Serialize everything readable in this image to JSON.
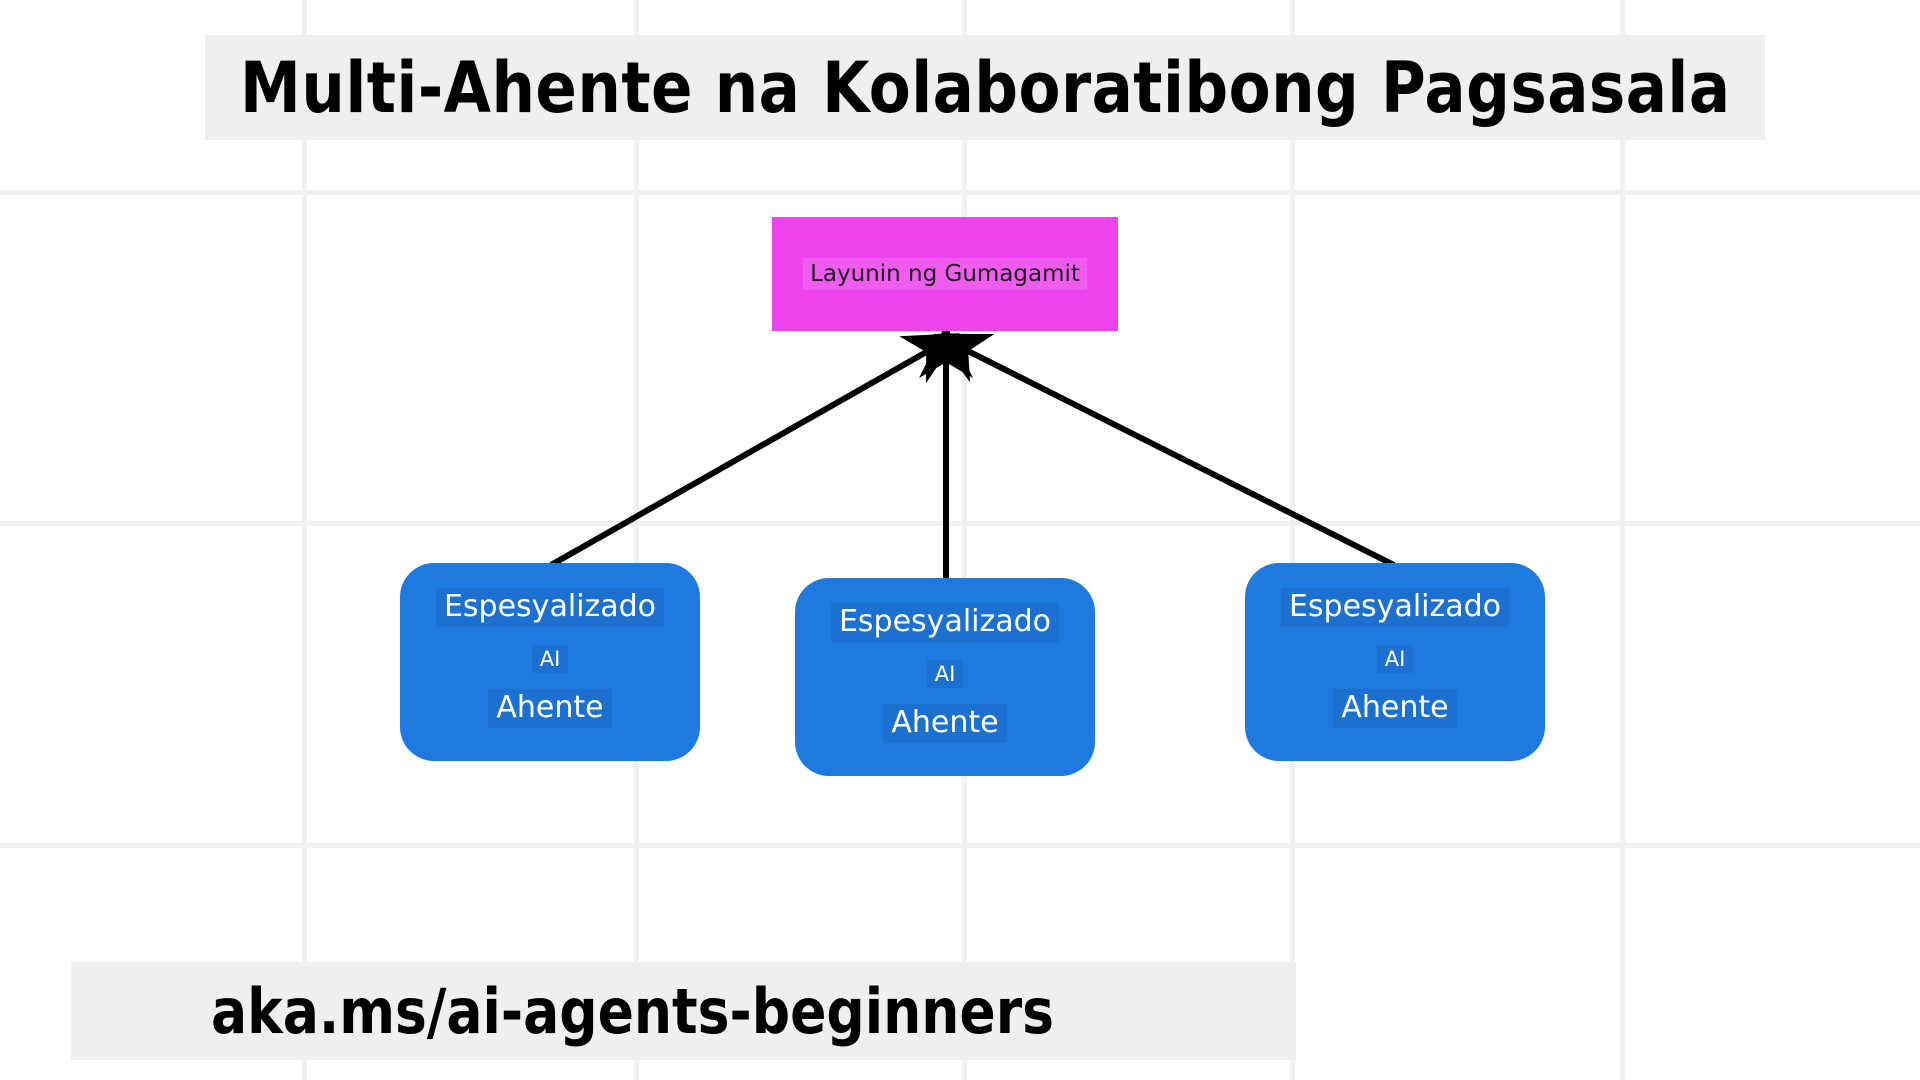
{
  "page": {
    "title": "Multi-Ahente na Kolaboratibong Pagsasala",
    "footer_url": "aka.ms/ai-agents-beginners",
    "background_color": "#ffffff",
    "grid_color": "#f1f1f1",
    "band_color": "#efefef"
  },
  "diagram": {
    "type": "hierarchy",
    "goal_node": {
      "label": "Layunin ng Gumagamit",
      "fill_color": "#ee44ee",
      "text_color": "#1a1a1a",
      "shape": "rectangle"
    },
    "agent_nodes": [
      {
        "line1": "Espesyalizado",
        "line2": "AI",
        "line3": "Ahente",
        "fill_color": "#1f7ae0",
        "text_color": "#ffffff",
        "shape": "rounded-rectangle"
      },
      {
        "line1": "Espesyalizado",
        "line2": "AI",
        "line3": "Ahente",
        "fill_color": "#1f7ae0",
        "text_color": "#ffffff",
        "shape": "rounded-rectangle"
      },
      {
        "line1": "Espesyalizado",
        "line2": "AI",
        "line3": "Ahente",
        "fill_color": "#1f7ae0",
        "text_color": "#ffffff",
        "shape": "rounded-rectangle"
      }
    ],
    "edges": [
      {
        "from": "agent-node-1",
        "to": "goal-node",
        "arrow": "up",
        "color": "#000000"
      },
      {
        "from": "agent-node-2",
        "to": "goal-node",
        "arrow": "up",
        "color": "#000000"
      },
      {
        "from": "agent-node-3",
        "to": "goal-node",
        "arrow": "up",
        "color": "#000000"
      }
    ]
  }
}
